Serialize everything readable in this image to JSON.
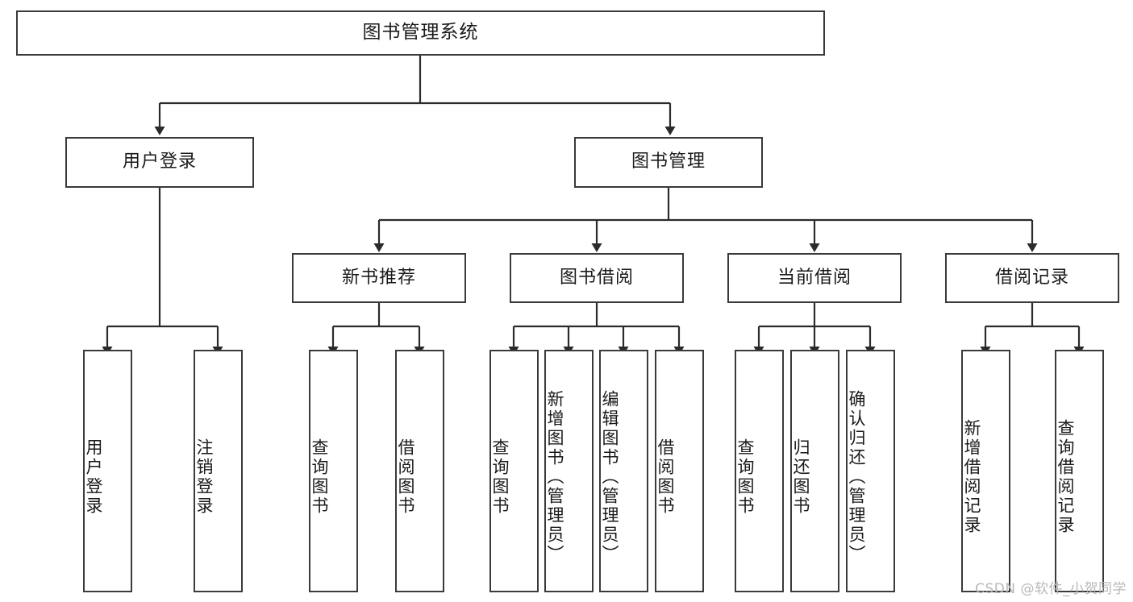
{
  "diagram": {
    "title": "图书管理系统",
    "type": "tree",
    "watermark": "CSDN @软件_小贺同学",
    "colors": {
      "box_border": "#3a3a3a",
      "box_fill": "#ffffff",
      "connector": "#2b2b2b",
      "text": "#1a1a1a",
      "watermark": "#b9b9b9"
    },
    "root": {
      "label": "图书管理系统"
    },
    "level2": [
      {
        "label": "用户登录"
      },
      {
        "label": "图书管理"
      }
    ],
    "level3": [
      {
        "label": "新书推荐"
      },
      {
        "label": "图书借阅"
      },
      {
        "label": "当前借阅"
      },
      {
        "label": "借阅记录"
      }
    ],
    "leaves": {
      "user_login": [
        {
          "label": "用户登录"
        },
        {
          "label": "注销登录"
        }
      ],
      "new_book_recommend": [
        {
          "label": "查询图书"
        },
        {
          "label": "借阅图书"
        }
      ],
      "book_borrow": [
        {
          "label": "查询图书"
        },
        {
          "label": "新增图书（管理员）"
        },
        {
          "label": "编辑图书（管理员）"
        },
        {
          "label": "借阅图书"
        }
      ],
      "current_borrow": [
        {
          "label": "查询图书"
        },
        {
          "label": "归还图书"
        },
        {
          "label": "确认归还（管理员）"
        }
      ],
      "borrow_record": [
        {
          "label": "新增借阅记录"
        },
        {
          "label": "查询借阅记录"
        }
      ]
    }
  }
}
